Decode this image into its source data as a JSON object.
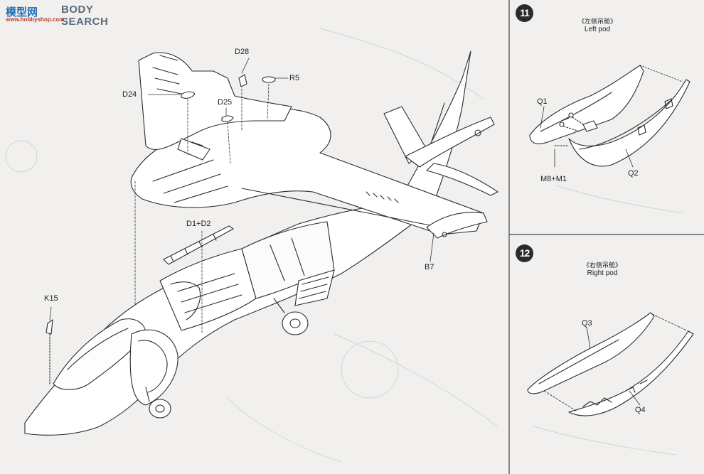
{
  "watermark": {
    "cjk": "模型网",
    "brand": "BODY SEARCH",
    "url": "www.hobbyshop.com"
  },
  "main_assembly": {
    "callouts": [
      "D28",
      "R5",
      "D24",
      "D25",
      "D1+D2",
      "B7",
      "K15"
    ]
  },
  "step_11": {
    "number": "11",
    "title_cn": "《左侧吊舱》",
    "title_en": "Left pod",
    "callouts": [
      "Q1",
      "M8+M1",
      "Q2"
    ]
  },
  "step_12": {
    "number": "12",
    "title_cn": "《右侧吊舱》",
    "title_en": "Right pod",
    "callouts": [
      "Q3",
      "Q4"
    ]
  },
  "colors": {
    "paper": "#f1f0ee",
    "ink": "#1e1e1e",
    "panel_border": "#444444",
    "badge": "#2a2a2a"
  }
}
